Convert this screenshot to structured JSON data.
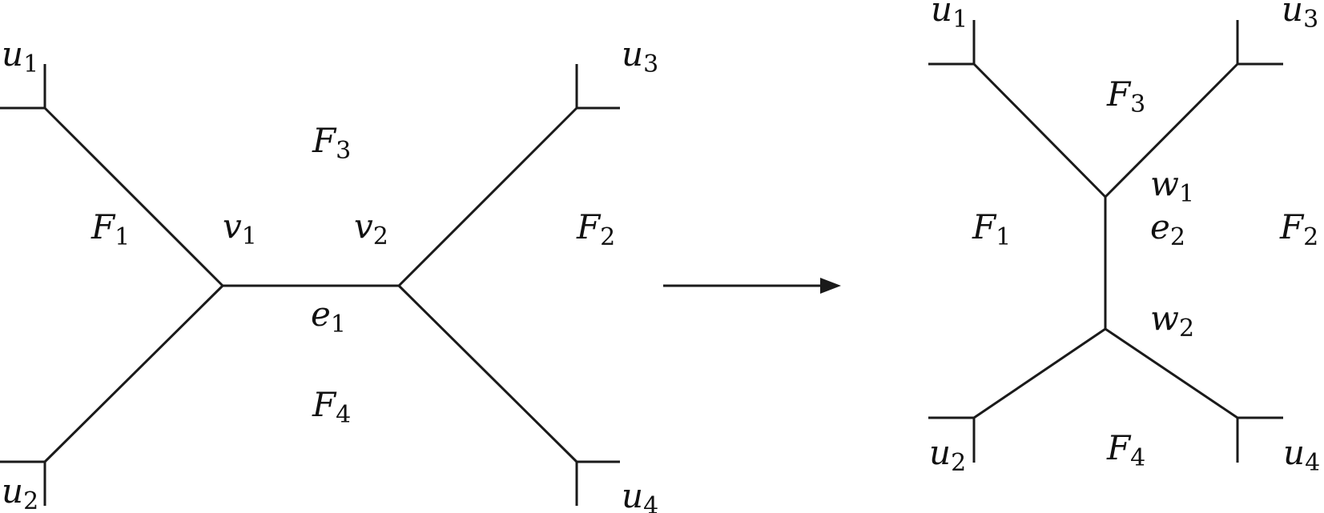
{
  "left_graph": {
    "vertices": {
      "v1": {
        "base": "v",
        "sub": "1"
      },
      "v2": {
        "base": "v",
        "sub": "2"
      },
      "u1": {
        "base": "u",
        "sub": "1"
      },
      "u2": {
        "base": "u",
        "sub": "2"
      },
      "u3": {
        "base": "u",
        "sub": "3"
      },
      "u4": {
        "base": "u",
        "sub": "4"
      }
    },
    "faces": {
      "F1": {
        "base": "F",
        "sub": "1"
      },
      "F2": {
        "base": "F",
        "sub": "2"
      },
      "F3": {
        "base": "F",
        "sub": "3"
      },
      "F4": {
        "base": "F",
        "sub": "4"
      }
    },
    "edge": {
      "base": "e",
      "sub": "1"
    }
  },
  "right_graph": {
    "vertices": {
      "w1": {
        "base": "w",
        "sub": "1"
      },
      "w2": {
        "base": "w",
        "sub": "2"
      },
      "u1": {
        "base": "u",
        "sub": "1"
      },
      "u2": {
        "base": "u",
        "sub": "2"
      },
      "u3": {
        "base": "u",
        "sub": "3"
      },
      "u4": {
        "base": "u",
        "sub": "4"
      }
    },
    "faces": {
      "F1": {
        "base": "F",
        "sub": "1"
      },
      "F2": {
        "base": "F",
        "sub": "2"
      },
      "F3": {
        "base": "F",
        "sub": "3"
      },
      "F4": {
        "base": "F",
        "sub": "4"
      }
    },
    "edge": {
      "base": "e",
      "sub": "2"
    }
  }
}
